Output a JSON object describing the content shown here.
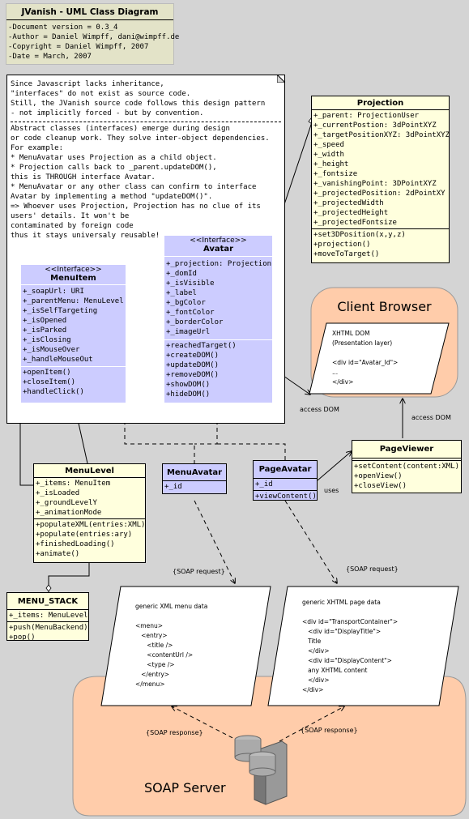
{
  "header": {
    "title": "JVanish - UML Class Diagram",
    "lines": [
      "-Document version = 0.3_4",
      "-Author = Daniel Wimpff, dani@wimpff.de",
      "-Copyright = Daniel Wimpff, 2007",
      "-Date = March, 2007"
    ]
  },
  "note": {
    "lines": [
      "Since Javascript lacks inheritance,",
      "\"interfaces\" do not exist as source code.",
      "Still, the JVanish source code follows this design pattern",
      "- not implicitly forced - but by convention.",
      "Abstract classes (interfaces) emerge during design",
      "or code cleanup work. They solve inter-object dependencies.",
      "For example:",
      "* MenuAvatar uses Projection as a child object.",
      "* Projection calls back to _parent.updateDOM(),",
      "   this is THROUGH interface Avatar.",
      "* MenuAvatar or any other class can confirm to interface",
      "   Avatar by implementing a method \"updateDOM()\".",
      "=> Whoever uses Projection, Projection has no clue of its",
      "users' details. It won't be",
      "contaminated by foreign code",
      "thus it stays universaly reusable!"
    ]
  },
  "projection": {
    "name": "Projection",
    "attributes": [
      "+_parent: ProjectionUser",
      "+_currentPostion: 3dPointXYZ",
      "+_targetPositionXYZ: 3dPointXYZ",
      "+_speed",
      "+_width",
      "+_height",
      "+_fontsize",
      "+_vanishingPoint: 3DPointXYZ",
      "+_projectedPosition: 2dPointXY",
      "+_projectedWidth",
      "+_projectedHeight",
      "+_projectedFontsize"
    ],
    "methods": [
      "+set3DPosition(x,y,z)",
      "+projection()",
      "+moveToTarget()"
    ]
  },
  "menuItem": {
    "stereotype": "<<Interface>>",
    "name": "MenuItem",
    "attributes": [
      "+_soapUrl: URI",
      "+_parentMenu: MenuLevel",
      "+_isSelfTargeting",
      "+_isOpened",
      "+_isParked",
      "+_isClosing",
      "+_isMouseOver",
      "+_handleMouseOut"
    ],
    "methods": [
      "+openItem()",
      "+closeItem()",
      "+handleClick()"
    ]
  },
  "avatar": {
    "stereotype": "<<Interface>>",
    "name": "Avatar",
    "attributes": [
      "+_projection: Projection",
      "+_domId",
      "+_isVisible",
      "+_label",
      "+_bgColor",
      "+_fontColor",
      "+_borderColor",
      "+_imageUrl"
    ],
    "methods": [
      "+reachedTarget()",
      "+createDOM()",
      "+updateDOM()",
      "+removeDOM()",
      "+showDOM()",
      "+hideDOM()"
    ]
  },
  "menuLevel": {
    "name": "MenuLevel",
    "attributes": [
      "+_items: MenuItem",
      "+_isLoaded",
      "+_groundLevelY",
      "+_animationMode"
    ],
    "methods": [
      "+populateXML(entries:XML)",
      "+populate(entries:ary)",
      "+finishedLoading()",
      "+animate()"
    ]
  },
  "menuAvatar": {
    "name": "MenuAvatar",
    "attributes": [
      "+_id"
    ]
  },
  "pageAvatar": {
    "name": "PageAvatar",
    "attributes": [
      "+_id"
    ],
    "methods": [
      "+viewContent()"
    ]
  },
  "pageViewer": {
    "name": "PageViewer",
    "methods": [
      "+setContent(content:XML)",
      "+openView()",
      "+closeView()"
    ]
  },
  "menuStack": {
    "name": "MENU_STACK",
    "attributes": [
      "+_items: MenuLevel"
    ],
    "methods": [
      "+push(MenuBackend)",
      "+pop()"
    ]
  },
  "clientBrowser": {
    "title": "Client Browser",
    "doc_lines": [
      "XHTML DOM",
      "(Presentation layer)",
      "",
      "<div id=\"Avatar_Id\">",
      "...",
      "</div>"
    ]
  },
  "soapServer": {
    "title": "SOAP Server"
  },
  "xmlMenuDoc": {
    "lines": [
      "generic XML menu data",
      "",
      "<menu>",
      "   <entry>",
      "      <title />",
      "      <contentUrl />",
      "      <type />",
      "   </entry>",
      "</menu>"
    ]
  },
  "xhtmlPageDoc": {
    "lines": [
      "generic XHTML page data",
      "",
      "<div id=\"TransportContainer\">",
      "   <div id=\"DisplayTitle\">",
      "   Title",
      "   </div>",
      "   <div id=\"DisplayContent\">",
      "   any XHTML content",
      "   </div>",
      "</div>"
    ]
  },
  "labels": {
    "access_dom_left": "access DOM",
    "access_dom_right": "access DOM",
    "uses": "uses",
    "soap_request_left": "{SOAP request}",
    "soap_request_right": "{SOAP request}",
    "soap_response_left": "{SOAP response}",
    "soap_response_right": "{SOAP response}"
  },
  "colors": {
    "background": "#d4d4d4",
    "class_yellow": "#ffffdd",
    "interface_purple": "#ccccff",
    "package_peach": "#ffccaa",
    "header_box": "#e3e3c8"
  }
}
